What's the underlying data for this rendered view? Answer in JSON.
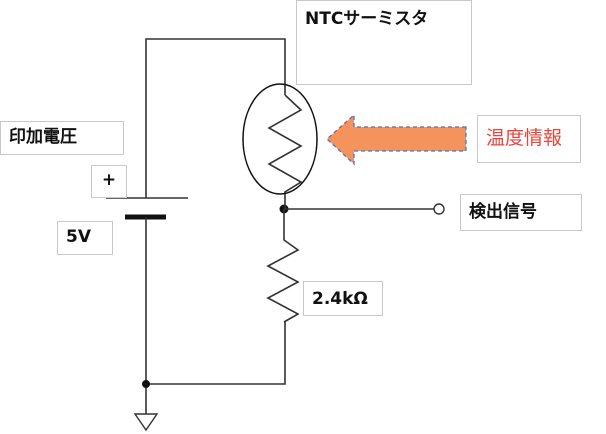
{
  "labels": {
    "thermistor": "NTCサーミスタ",
    "applied_voltage": "印加電圧",
    "plus_sign": "+",
    "voltage_value": "5V",
    "temperature_info": "温度情報",
    "detection_signal": "検出信号",
    "resistor_value": "2.4kΩ"
  },
  "colors": {
    "wire": "#333333",
    "label_border": "#c8c8c8",
    "arrow_fill": "#f4935b",
    "arrow_stroke": "#4a76b8",
    "red_text": "#e8453c"
  }
}
